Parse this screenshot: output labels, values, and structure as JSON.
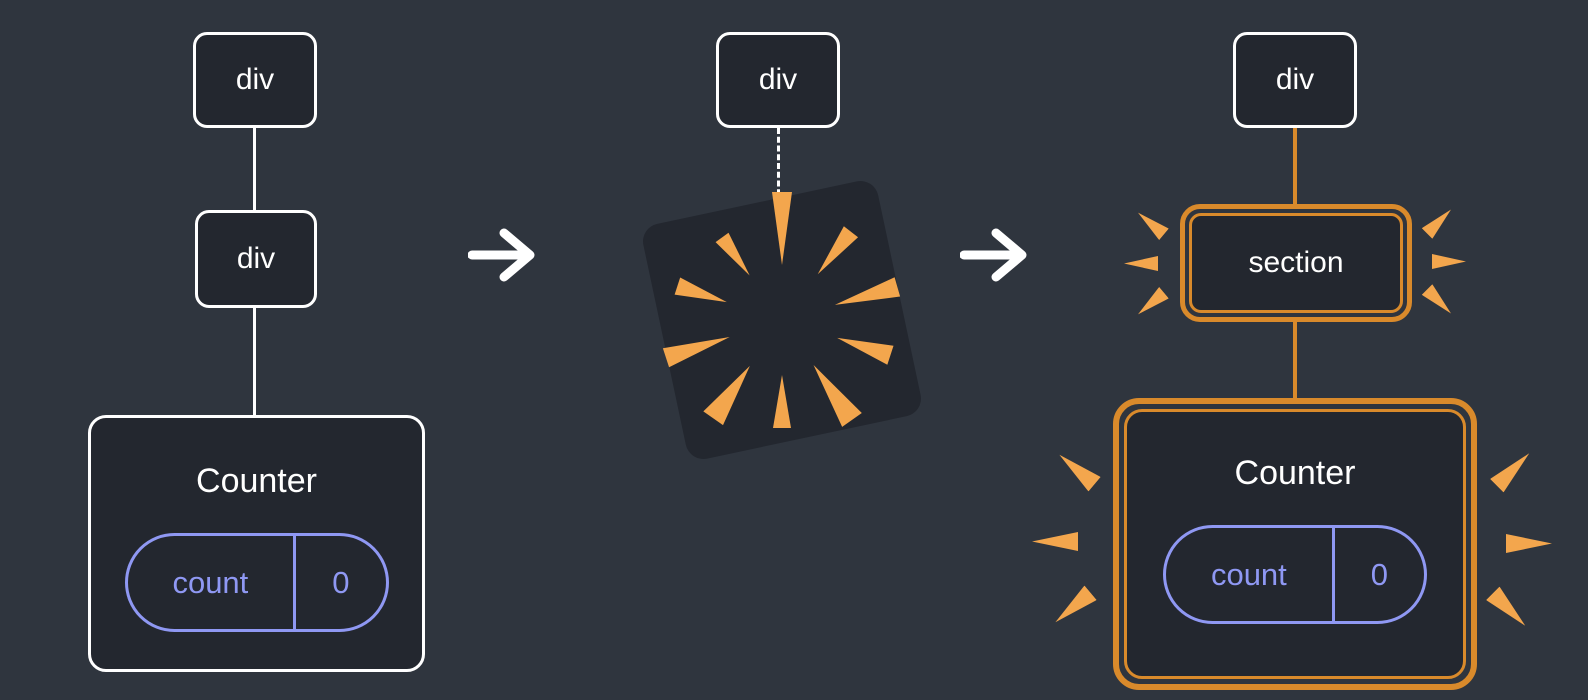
{
  "colors": {
    "background": "#2f353e",
    "node_fill": "#23272f",
    "node_border": "#ffffff",
    "text": "#ffffff",
    "accent_purple": "#8f98f3",
    "highlight_orange": "#d98a2b",
    "spark_orange": "#f3a64d",
    "connector_white": "#ffffff"
  },
  "left_tree": {
    "root": "div",
    "child": "div",
    "component": {
      "title": "Counter",
      "state_key": "count",
      "state_value": "0"
    }
  },
  "middle": {
    "root": "div"
  },
  "right_tree": {
    "root": "div",
    "child": "section",
    "component": {
      "title": "Counter",
      "state_key": "count",
      "state_value": "0"
    }
  },
  "icons": {
    "arrow": "arrow-right",
    "burst": "explosion-burst",
    "spark": "spark"
  }
}
